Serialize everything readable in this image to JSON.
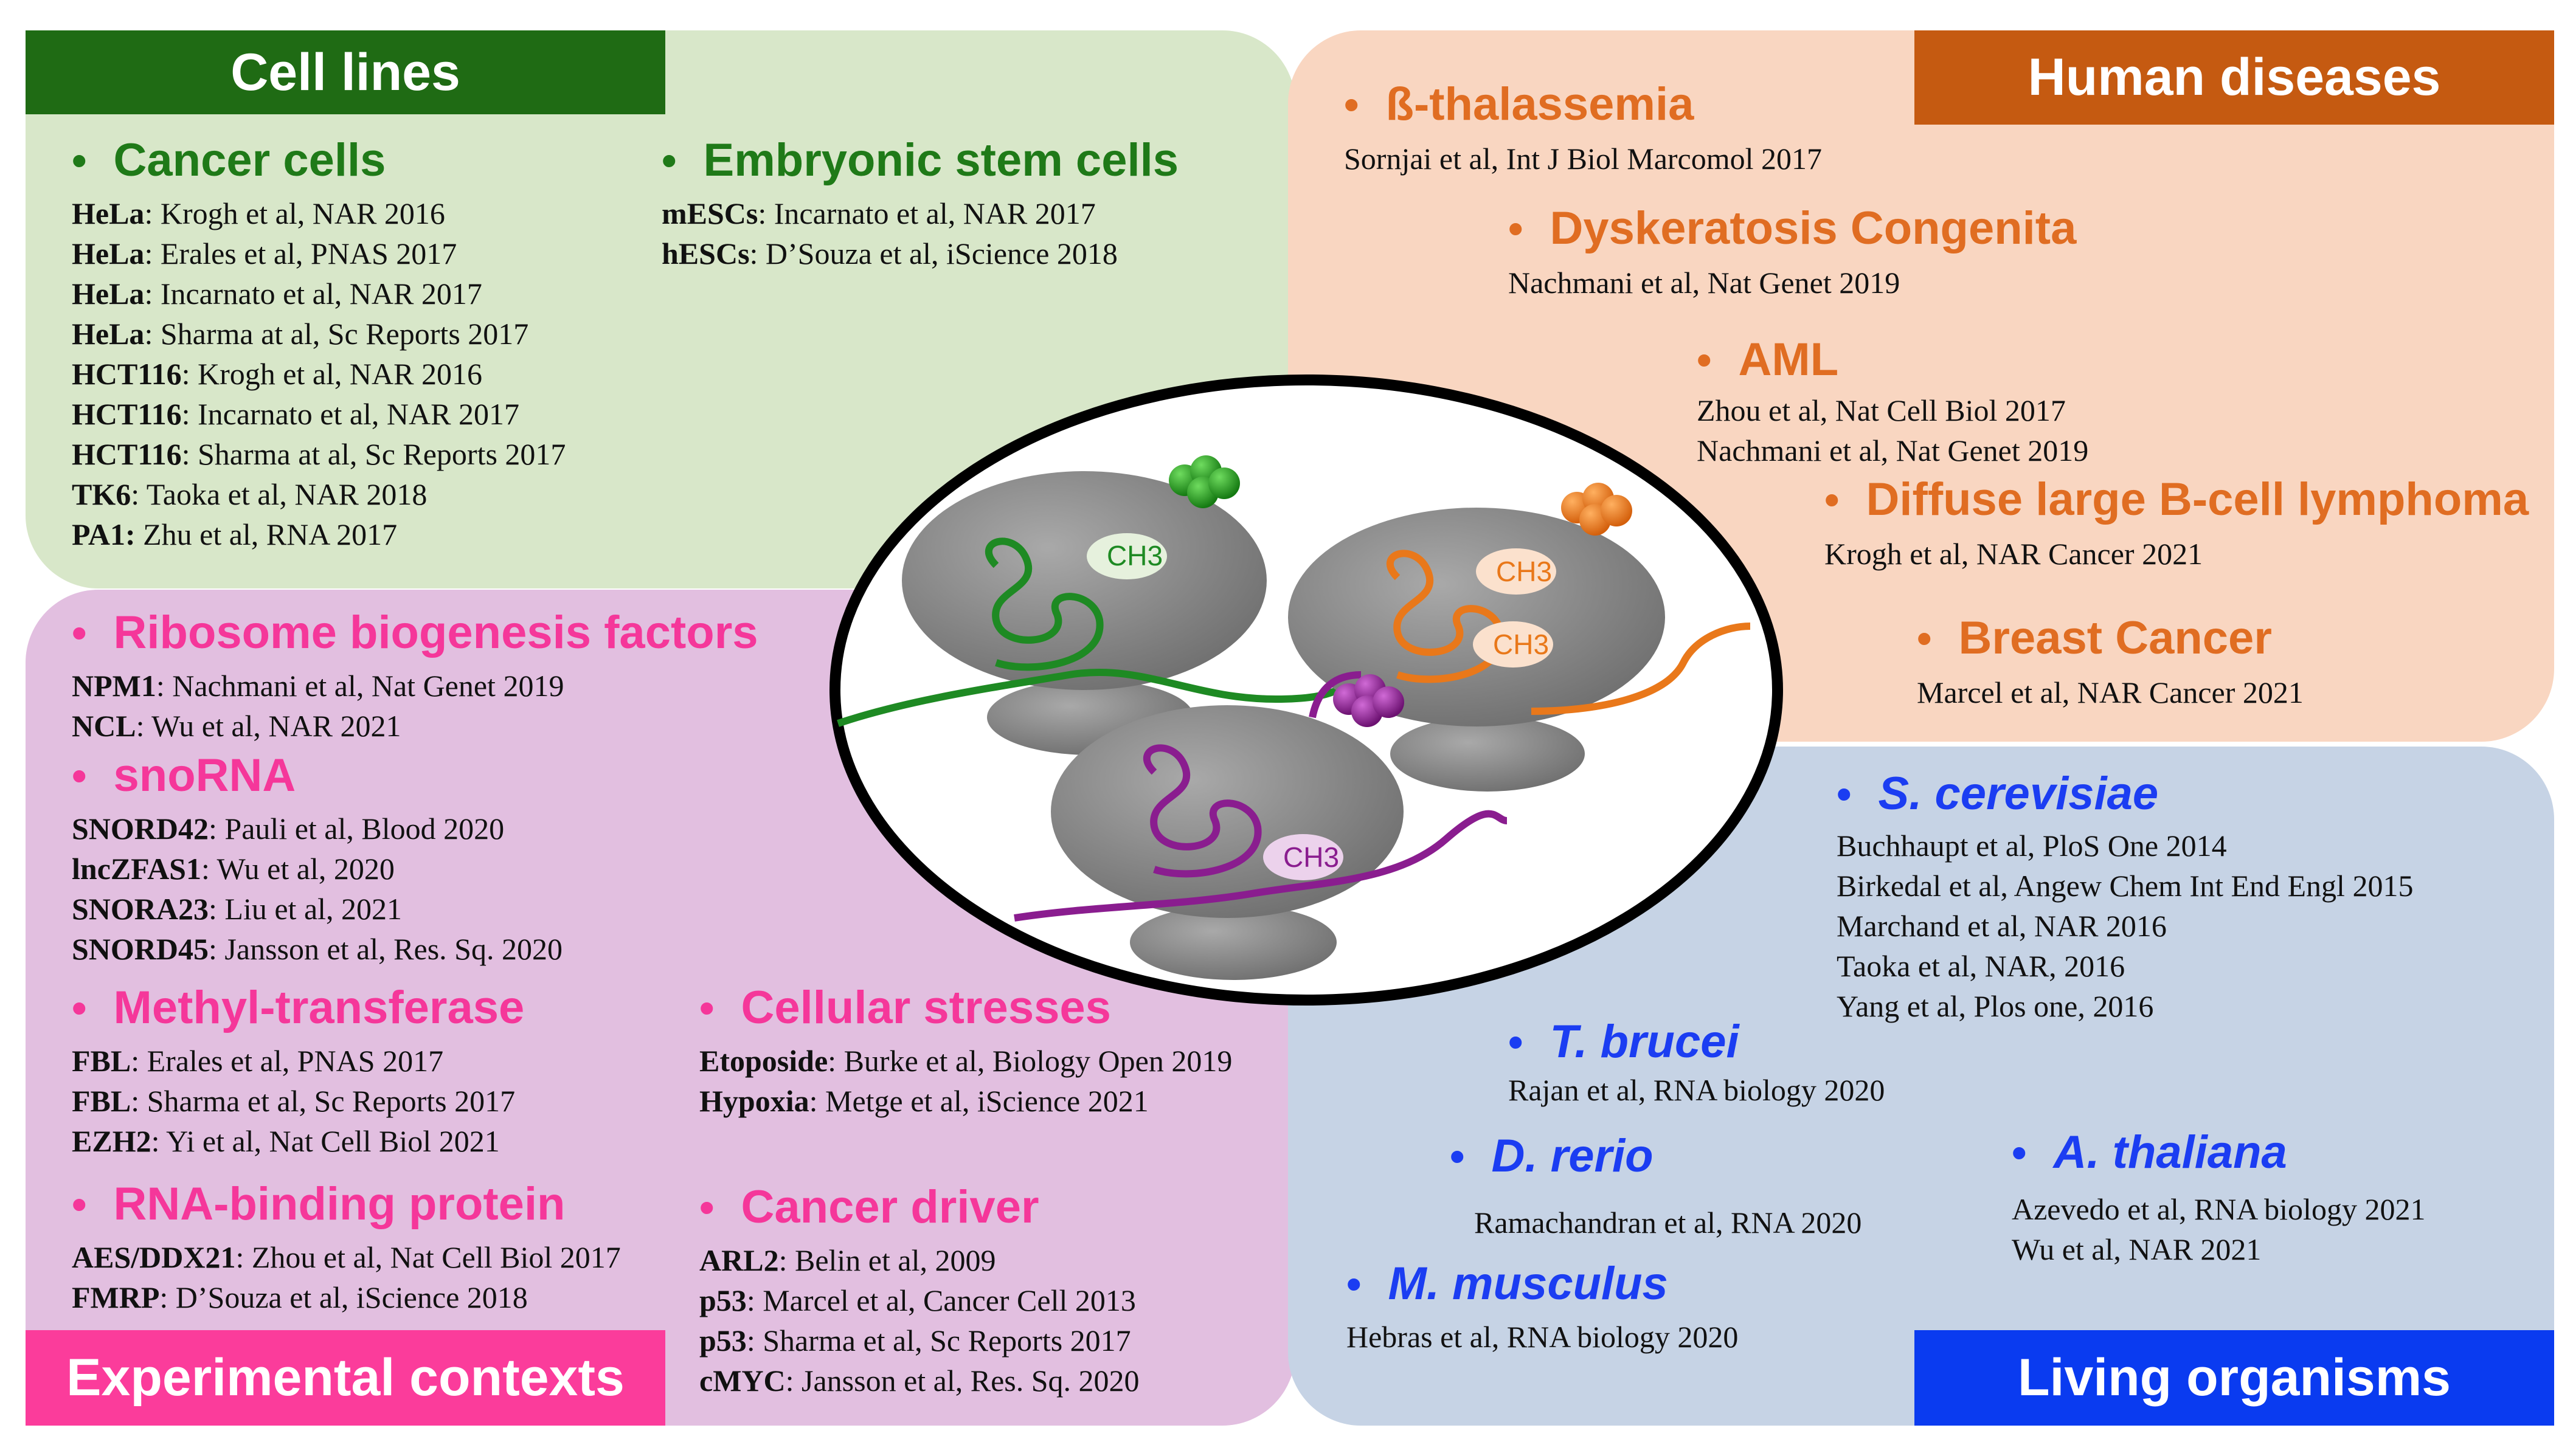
{
  "colors": {
    "cell_lines_bg": "#d8e7c9",
    "cell_lines_bar": "#1f6b14",
    "cell_lines_head": "#1f7a18",
    "experimental_bg": "#e2bfe0",
    "experimental_bar": "#fb3c9b",
    "experimental_head": "#f5379a",
    "diseases_bg": "#f9d6c1",
    "diseases_bar": "#c55a11",
    "diseases_head": "#e06d22",
    "organisms_bg": "#c6d3e5",
    "organisms_bar": "#0a3bf0",
    "organisms_head": "#1b3df2",
    "green_rna": "#1e8a23",
    "orange_rna": "#e9781a",
    "purple_rna": "#8a1d8f",
    "ribosome_gray": "#8f8f8f"
  },
  "panels": {
    "cell_lines": {
      "title": "Cell lines",
      "sections": [
        {
          "heading": "Cancer cells",
          "refs": [
            {
              "bold": "HeLa",
              "rest": ": Krogh et al, NAR 2016"
            },
            {
              "bold": "HeLa",
              "rest": ": Erales et al, PNAS 2017"
            },
            {
              "bold": "HeLa",
              "rest": ": Incarnato et al, NAR 2017"
            },
            {
              "bold": "HeLa",
              "rest": ": Sharma at al, Sc Reports 2017"
            },
            {
              "bold": "HCT116",
              "rest": ": Krogh et al, NAR 2016"
            },
            {
              "bold": "HCT116",
              "rest": ": Incarnato et al, NAR 2017"
            },
            {
              "bold": "HCT116",
              "rest": ": Sharma at al, Sc Reports 2017"
            },
            {
              "bold": "TK6",
              "rest": ": Taoka et al, NAR 2018"
            },
            {
              "bold": "PA1:",
              "rest": " Zhu et al, RNA 2017"
            }
          ]
        },
        {
          "heading": "Embryonic stem cells",
          "refs": [
            {
              "bold": "mESCs",
              "rest": ": Incarnato et al, NAR 2017"
            },
            {
              "bold": "hESCs",
              "rest": ": D’Souza et al, iScience 2018"
            }
          ]
        }
      ]
    },
    "experimental": {
      "title": "Experimental  contexts",
      "sections": [
        {
          "heading": "Ribosome biogenesis factors",
          "refs": [
            {
              "bold": "NPM1",
              "rest": ": Nachmani et al, Nat Genet 2019"
            },
            {
              "bold": "NCL",
              "rest": ": Wu et al, NAR 2021"
            }
          ]
        },
        {
          "heading": "snoRNA",
          "refs": [
            {
              "bold": "SNORD42",
              "rest": ": Pauli et al, Blood 2020"
            },
            {
              "bold": "lncZFAS1",
              "rest": ": Wu et al, 2020"
            },
            {
              "bold": "SNORA23",
              "rest": ": Liu et al, 2021"
            },
            {
              "bold": "SNORD45",
              "rest": ": Jansson et al, Res. Sq. 2020"
            }
          ]
        },
        {
          "heading": "Methyl-transferase",
          "refs": [
            {
              "bold": "FBL",
              "rest": ": Erales et al, PNAS 2017"
            },
            {
              "bold": "FBL",
              "rest": ": Sharma et al, Sc Reports 2017"
            },
            {
              "bold": "EZH2",
              "rest": ": Yi et al, Nat Cell Biol 2021"
            }
          ]
        },
        {
          "heading": "RNA-binding protein",
          "refs": [
            {
              "bold": "AES/DDX21",
              "rest": ": Zhou et al, Nat Cell Biol 2017"
            },
            {
              "bold": "FMRP",
              "rest": ": D’Souza et al, iScience 2018"
            }
          ]
        },
        {
          "heading": "Cellular stresses",
          "refs": [
            {
              "bold": "Etoposide",
              "rest": ": Burke et al, Biology Open 2019"
            },
            {
              "bold": "Hypoxia",
              "rest": ": Metge et al, iScience 2021"
            }
          ]
        },
        {
          "heading": "Cancer driver",
          "refs": [
            {
              "bold": "ARL2",
              "rest": ": Belin et al, 2009"
            },
            {
              "bold": "p53",
              "rest": ": Marcel et al, Cancer Cell 2013"
            },
            {
              "bold": "p53",
              "rest": ": Sharma et al, Sc Reports 2017"
            },
            {
              "bold": "cMYC",
              "rest": ": Jansson et al, Res. Sq. 2020"
            }
          ]
        }
      ]
    },
    "diseases": {
      "title": "Human diseases",
      "sections": [
        {
          "heading": "ß-thalassemia",
          "refs": [
            {
              "bold": "",
              "rest": "Sornjai et al, Int J Biol Marcomol 2017"
            }
          ]
        },
        {
          "heading": "Dyskeratosis Congenita",
          "refs": [
            {
              "bold": "",
              "rest": "Nachmani et al, Nat Genet 2019"
            }
          ]
        },
        {
          "heading": "AML",
          "refs": [
            {
              "bold": "",
              "rest": "Zhou et al, Nat Cell Biol 2017"
            },
            {
              "bold": "",
              "rest": "Nachmani et al, Nat Genet 2019"
            }
          ]
        },
        {
          "heading": "Diffuse large B-cell lymphoma",
          "refs": [
            {
              "bold": "",
              "rest": "Krogh et al, NAR Cancer 2021"
            }
          ]
        },
        {
          "heading": "Breast Cancer",
          "refs": [
            {
              "bold": "",
              "rest": "Marcel et al, NAR Cancer 2021"
            }
          ]
        }
      ]
    },
    "organisms": {
      "title": "Living organisms",
      "sections": [
        {
          "heading": "S. cerevisiae",
          "refs": [
            {
              "bold": "",
              "rest": "Buchhaupt et al, PloS One 2014"
            },
            {
              "bold": "",
              "rest": "Birkedal et al, Angew Chem Int End Engl 2015"
            },
            {
              "bold": "",
              "rest": "Marchand et al, NAR 2016"
            },
            {
              "bold": "",
              "rest": "Taoka et al, NAR, 2016"
            },
            {
              "bold": "",
              "rest": "Yang et al, Plos one, 2016"
            }
          ]
        },
        {
          "heading": "T. brucei",
          "refs": [
            {
              "bold": "",
              "rest": "Rajan et al, RNA biology 2020"
            }
          ]
        },
        {
          "heading": "D. rerio",
          "refs": [
            {
              "bold": "",
              "rest": "Ramachandran et al, RNA 2020"
            }
          ]
        },
        {
          "heading": "A. thaliana",
          "refs": [
            {
              "bold": "",
              "rest": "Azevedo et al, RNA biology 2021"
            },
            {
              "bold": "",
              "rest": "Wu et al, NAR 2021"
            }
          ]
        },
        {
          "heading": "M. musculus",
          "refs": [
            {
              "bold": "",
              "rest": "Hebras et al, RNA biology 2020"
            }
          ]
        }
      ]
    }
  },
  "diagram": {
    "methyl_label": "CH3"
  }
}
